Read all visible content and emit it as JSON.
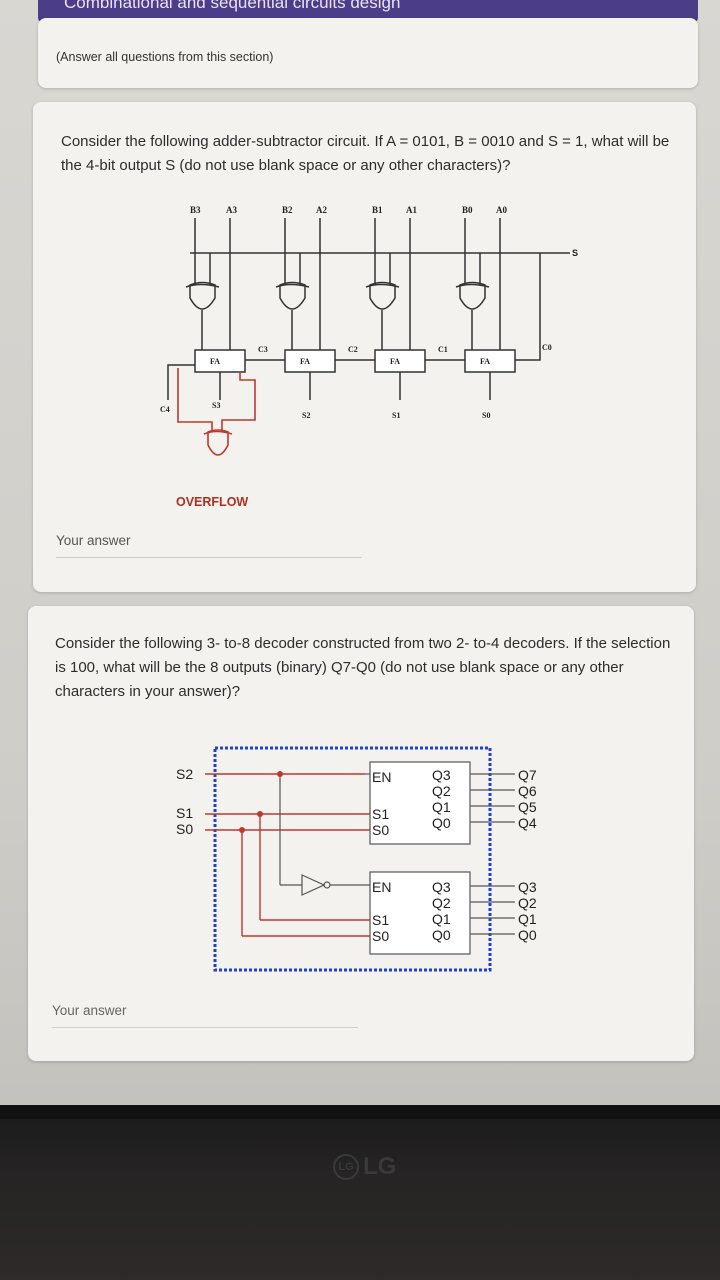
{
  "header": {
    "title": "Combinational and sequential circuits design"
  },
  "section": {
    "note": "(Answer all questions from this section)"
  },
  "q1": {
    "text": "Consider the following adder-subtractor circuit. If A = 0101, B = 0010 and S = 1, what will be the 4-bit output S (do not use blank space or any other characters)?",
    "answer_label": "Your answer",
    "diagram": {
      "inputs": [
        "B3",
        "A3",
        "B2",
        "A2",
        "B1",
        "A1",
        "B0",
        "A0"
      ],
      "blocks": [
        "FA",
        "FA",
        "FA",
        "FA"
      ],
      "carries": [
        "C4",
        "C3",
        "C2",
        "C1",
        "C0"
      ],
      "sums": [
        "S3",
        "S2",
        "S1",
        "S0"
      ],
      "control": "S",
      "overflow": "OVERFLOW"
    }
  },
  "q2": {
    "text": "Consider the following 3- to-8 decoder constructed from two 2- to-4 decoders. If the selection is 100, what will be the 8 outputs (binary) Q7-Q0 (do not use blank space or any other characters in your answer)?",
    "answer_label": "Your answer",
    "diagram": {
      "inputs": [
        "S2",
        "S1",
        "S0"
      ],
      "upper_pins_in": [
        "EN",
        "S1",
        "S0"
      ],
      "upper_pins_out": [
        "Q3",
        "Q2",
        "Q1",
        "Q0"
      ],
      "upper_outputs": [
        "Q7",
        "Q6",
        "Q5",
        "Q4"
      ],
      "lower_pins_in": [
        "EN",
        "S1",
        "S0"
      ],
      "lower_pins_out": [
        "Q3",
        "Q2",
        "Q1",
        "Q0"
      ],
      "lower_outputs": [
        "Q3",
        "Q2",
        "Q1",
        "Q0"
      ]
    }
  },
  "monitor": {
    "brand": "LG",
    "emblem": "LG"
  },
  "colors": {
    "header": "#4b3d88",
    "wire_red": "#c0392b",
    "dashed_blue": "#1f3fd6"
  }
}
